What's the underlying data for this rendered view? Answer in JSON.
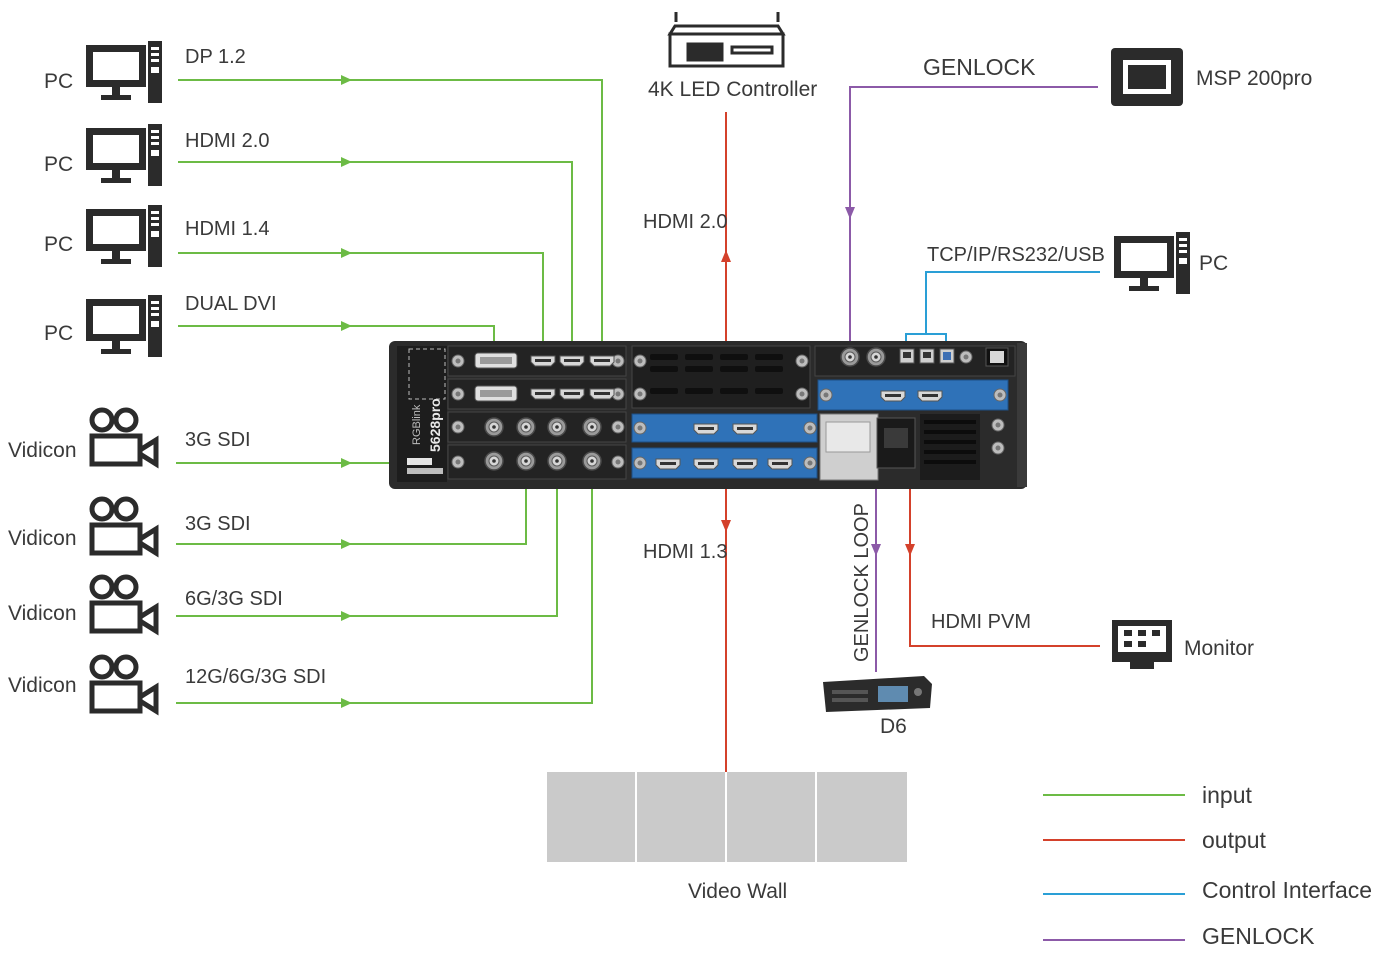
{
  "colors": {
    "input": "#6cbb45",
    "output": "#d4412b",
    "control": "#2a9fd6",
    "genlock": "#8c5aa8",
    "device_dark": "#2b2b2b",
    "card_blue": "#2f72b8",
    "wall_grey": "#cacaca"
  },
  "devices": {
    "pc": "PC",
    "vidicon": "Vidicon",
    "led_controller": "4K  LED Controller",
    "msp": "MSP 200pro",
    "pc_control": "PC",
    "monitor": "Monitor",
    "d6": "D6",
    "video_wall": "Video Wall",
    "processor_model": "5628pro",
    "processor_brand": "RGBlink"
  },
  "inputs": [
    {
      "source": "PC",
      "signal": "DP 1.2",
      "icon": "pc-icon"
    },
    {
      "source": "PC",
      "signal": "HDMI 2.0",
      "icon": "pc-icon"
    },
    {
      "source": "PC",
      "signal": "HDMI 1.4",
      "icon": "pc-icon"
    },
    {
      "source": "PC",
      "signal": "DUAL DVI",
      "icon": "pc-icon"
    },
    {
      "source": "Vidicon",
      "signal": "3G SDI",
      "icon": "camera-icon"
    },
    {
      "source": "Vidicon",
      "signal": "3G SDI",
      "icon": "camera-icon"
    },
    {
      "source": "Vidicon",
      "signal": "6G/3G SDI",
      "icon": "camera-icon"
    },
    {
      "source": "Vidicon",
      "signal": "12G/6G/3G SDI",
      "icon": "camera-icon"
    }
  ],
  "signals": {
    "genlock": "GENLOCK",
    "hdmi_20": "HDMI 2.0",
    "hdmi_13": "HDMI 1.3",
    "tcp": "TCP/IP/RS232/USB",
    "genlock_loop": "GENLOCK LOOP",
    "hdmi_pvm": "HDMI PVM"
  },
  "legend": [
    {
      "label": "input",
      "color": "#6cbb45"
    },
    {
      "label": "output",
      "color": "#d4412b"
    },
    {
      "label": "Control Interface",
      "color": "#2a9fd6"
    },
    {
      "label": "GENLOCK",
      "color": "#8c5aa8"
    }
  ]
}
